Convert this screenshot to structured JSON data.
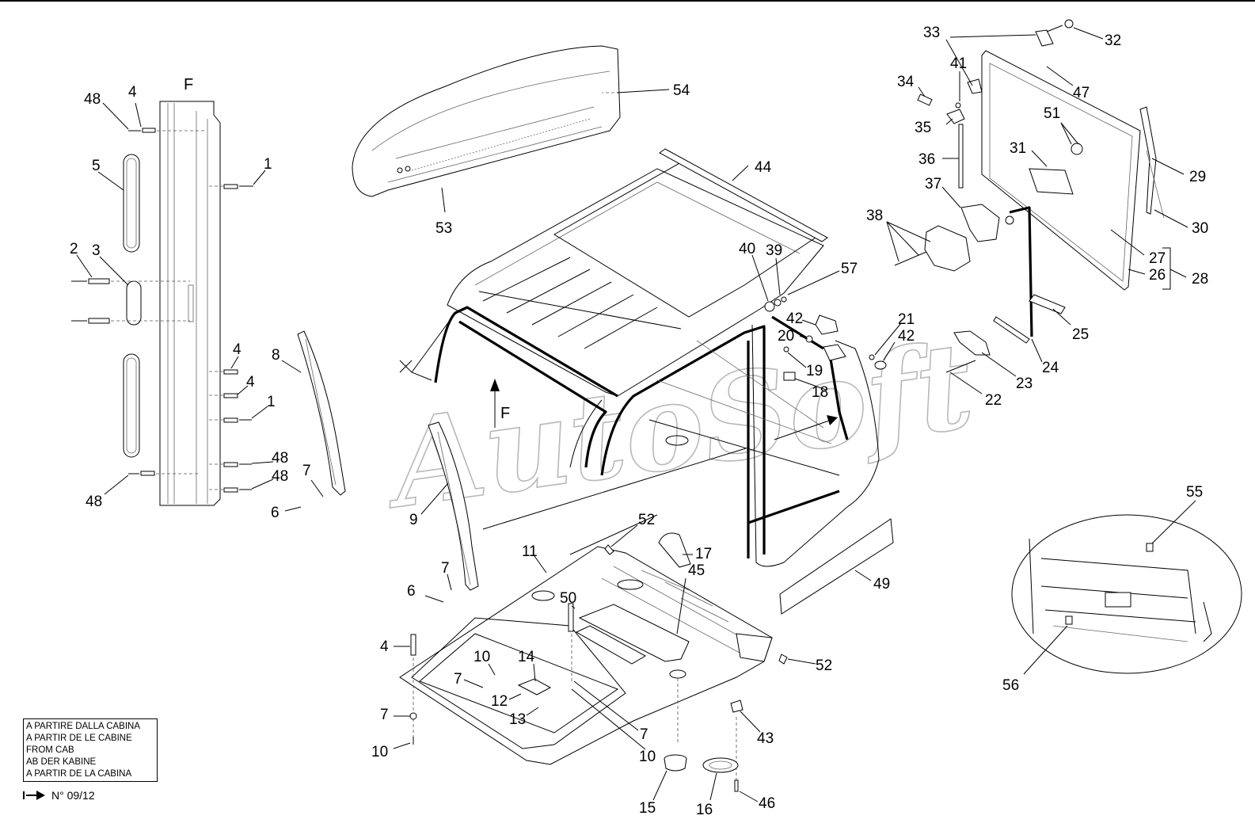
{
  "view_label": "F",
  "arrow_label": "F",
  "watermark": "AutoSoft",
  "callouts": [
    {
      "id": "c48a",
      "text": "48"
    },
    {
      "id": "c4a",
      "text": "4"
    },
    {
      "id": "cF",
      "text": "F"
    },
    {
      "id": "c5",
      "text": "5"
    },
    {
      "id": "c1a",
      "text": "1"
    },
    {
      "id": "c2",
      "text": "2"
    },
    {
      "id": "c3",
      "text": "3"
    },
    {
      "id": "c4b",
      "text": "4"
    },
    {
      "id": "c4c",
      "text": "4"
    },
    {
      "id": "c1b",
      "text": "1"
    },
    {
      "id": "c48b",
      "text": "48"
    },
    {
      "id": "c48c",
      "text": "48"
    },
    {
      "id": "c48d",
      "text": "48"
    },
    {
      "id": "c8",
      "text": "8"
    },
    {
      "id": "c7a",
      "text": "7"
    },
    {
      "id": "c6a",
      "text": "6"
    },
    {
      "id": "c54",
      "text": "54"
    },
    {
      "id": "c53",
      "text": "53"
    },
    {
      "id": "c44",
      "text": "44"
    },
    {
      "id": "c40",
      "text": "40"
    },
    {
      "id": "c39",
      "text": "39"
    },
    {
      "id": "c57",
      "text": "57"
    },
    {
      "id": "c42a",
      "text": "42"
    },
    {
      "id": "c20",
      "text": "20"
    },
    {
      "id": "c19",
      "text": "19"
    },
    {
      "id": "c18",
      "text": "18"
    },
    {
      "id": "c21",
      "text": "21"
    },
    {
      "id": "c42b",
      "text": "42"
    },
    {
      "id": "c9",
      "text": "9"
    },
    {
      "id": "c7b",
      "text": "7"
    },
    {
      "id": "c6b",
      "text": "6"
    },
    {
      "id": "c52a",
      "text": "52"
    },
    {
      "id": "c17",
      "text": "17"
    },
    {
      "id": "c11",
      "text": "11"
    },
    {
      "id": "c45",
      "text": "45"
    },
    {
      "id": "c50",
      "text": "50"
    },
    {
      "id": "c4d",
      "text": "4"
    },
    {
      "id": "c10a",
      "text": "10"
    },
    {
      "id": "c14",
      "text": "14"
    },
    {
      "id": "c7c",
      "text": "7"
    },
    {
      "id": "c12",
      "text": "12"
    },
    {
      "id": "c13",
      "text": "13"
    },
    {
      "id": "c7d",
      "text": "7"
    },
    {
      "id": "c10b",
      "text": "10"
    },
    {
      "id": "c7e",
      "text": "7"
    },
    {
      "id": "c10c",
      "text": "10"
    },
    {
      "id": "c52b",
      "text": "52"
    },
    {
      "id": "c43",
      "text": "43"
    },
    {
      "id": "c15",
      "text": "15"
    },
    {
      "id": "c16",
      "text": "16"
    },
    {
      "id": "c46",
      "text": "46"
    },
    {
      "id": "c49",
      "text": "49"
    },
    {
      "id": "c33",
      "text": "33"
    },
    {
      "id": "c32",
      "text": "32"
    },
    {
      "id": "c34",
      "text": "34"
    },
    {
      "id": "c41",
      "text": "41"
    },
    {
      "id": "c47",
      "text": "47"
    },
    {
      "id": "c35",
      "text": "35"
    },
    {
      "id": "c51",
      "text": "51"
    },
    {
      "id": "c36",
      "text": "36"
    },
    {
      "id": "c31",
      "text": "31"
    },
    {
      "id": "c29",
      "text": "29"
    },
    {
      "id": "c37",
      "text": "37"
    },
    {
      "id": "c30",
      "text": "30"
    },
    {
      "id": "c38",
      "text": "38"
    },
    {
      "id": "c27",
      "text": "27"
    },
    {
      "id": "c26",
      "text": "26"
    },
    {
      "id": "c28",
      "text": "28"
    },
    {
      "id": "c25",
      "text": "25"
    },
    {
      "id": "c24",
      "text": "24"
    },
    {
      "id": "c23",
      "text": "23"
    },
    {
      "id": "c22",
      "text": "22"
    },
    {
      "id": "c55",
      "text": "55"
    },
    {
      "id": "c56",
      "text": "56"
    }
  ],
  "note_lines": [
    "A PARTIRE DALLA CABINA",
    "A PARTIR DE LE CABINE",
    "FROM CAB",
    "AB DER KABINE",
    "A PARTIR DE LA CABINA"
  ],
  "serial_note": "N° 09/12"
}
